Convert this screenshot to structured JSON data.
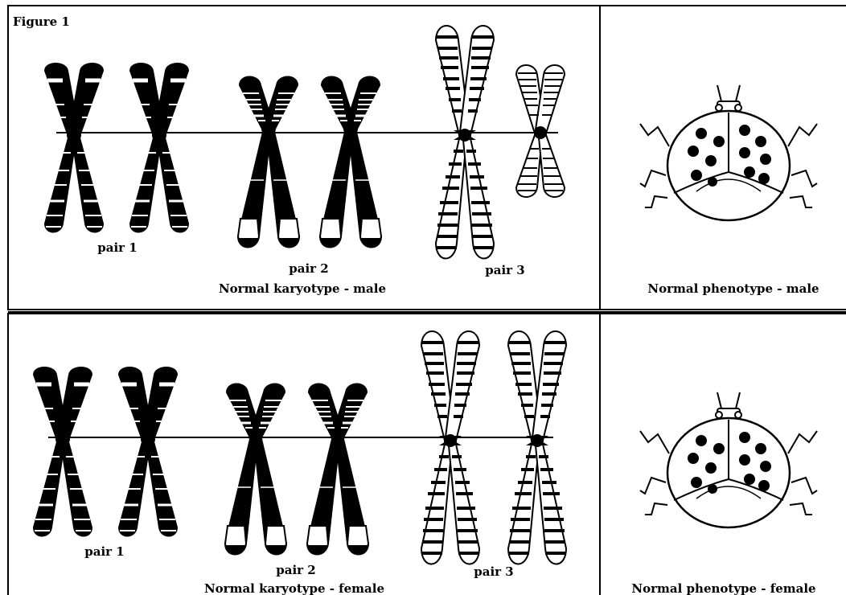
{
  "figure_label": "Figure 1",
  "male": {
    "pair1_label": "pair 1",
    "pair2_label": "pair 2",
    "pair3_label": "pair 3",
    "karyotype_caption": "Normal karyotype - male",
    "phenotype_caption": "Normal phenotype - male"
  },
  "female": {
    "pair1_label": "pair 1",
    "pair2_label": "pair 2",
    "pair3_label": "pair 3",
    "karyotype_caption": "Normal karyotype - female",
    "phenotype_caption": "Normal phenotype - female"
  },
  "chromosome_types": {
    "pair1": "mostly black with white bands",
    "pair2": "black with striped upper arms and white lower tips",
    "pair3": "white with dense black stripes",
    "male_pair3_second": "small white striped chromosome"
  }
}
